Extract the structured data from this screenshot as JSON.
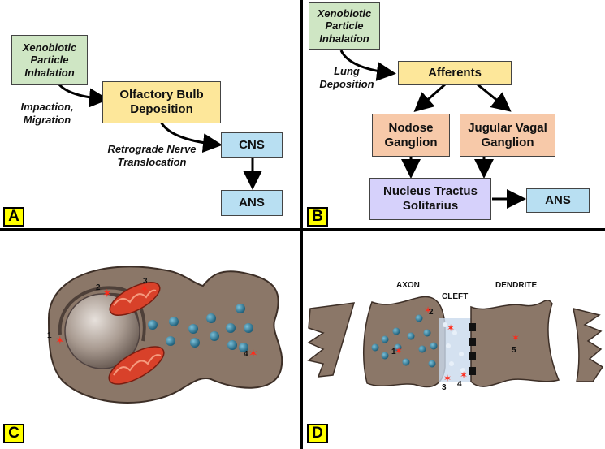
{
  "panelA": {
    "letter": "A",
    "inhalation": "Xenobiotic Particle Inhalation",
    "olfactory": "Olfactory Bulb Deposition",
    "cns": "CNS",
    "ans": "ANS",
    "edge1": "Impaction, Migration",
    "edge2": "Retrograde Nerve Translocation"
  },
  "panelB": {
    "letter": "B",
    "inhalation": "Xenobiotic Particle Inhalation",
    "afferents": "Afferents",
    "nodose": "Nodose Ganglion",
    "jugular": "Jugular Vagal Ganglion",
    "nts": "Nucleus Tractus Solitarius",
    "ans": "ANS",
    "edge1": "Lung Deposition"
  },
  "panelC": {
    "letter": "C",
    "markers": [
      "1",
      "2",
      "3",
      "4"
    ]
  },
  "panelD": {
    "letter": "D",
    "axon": "AXON",
    "cleft": "CLEFT",
    "dendrite": "DENDRITE",
    "markers": [
      "1",
      "2",
      "3",
      "4",
      "5"
    ]
  },
  "colors": {
    "green": "#cfe6c4",
    "yellow": "#fde79a",
    "blue": "#b8dff2",
    "orange": "#f7c9a9",
    "purple": "#d6d1fb",
    "cell": "#8b7768",
    "vesicle": "#2f7fa0",
    "mito": "#d8412a"
  }
}
